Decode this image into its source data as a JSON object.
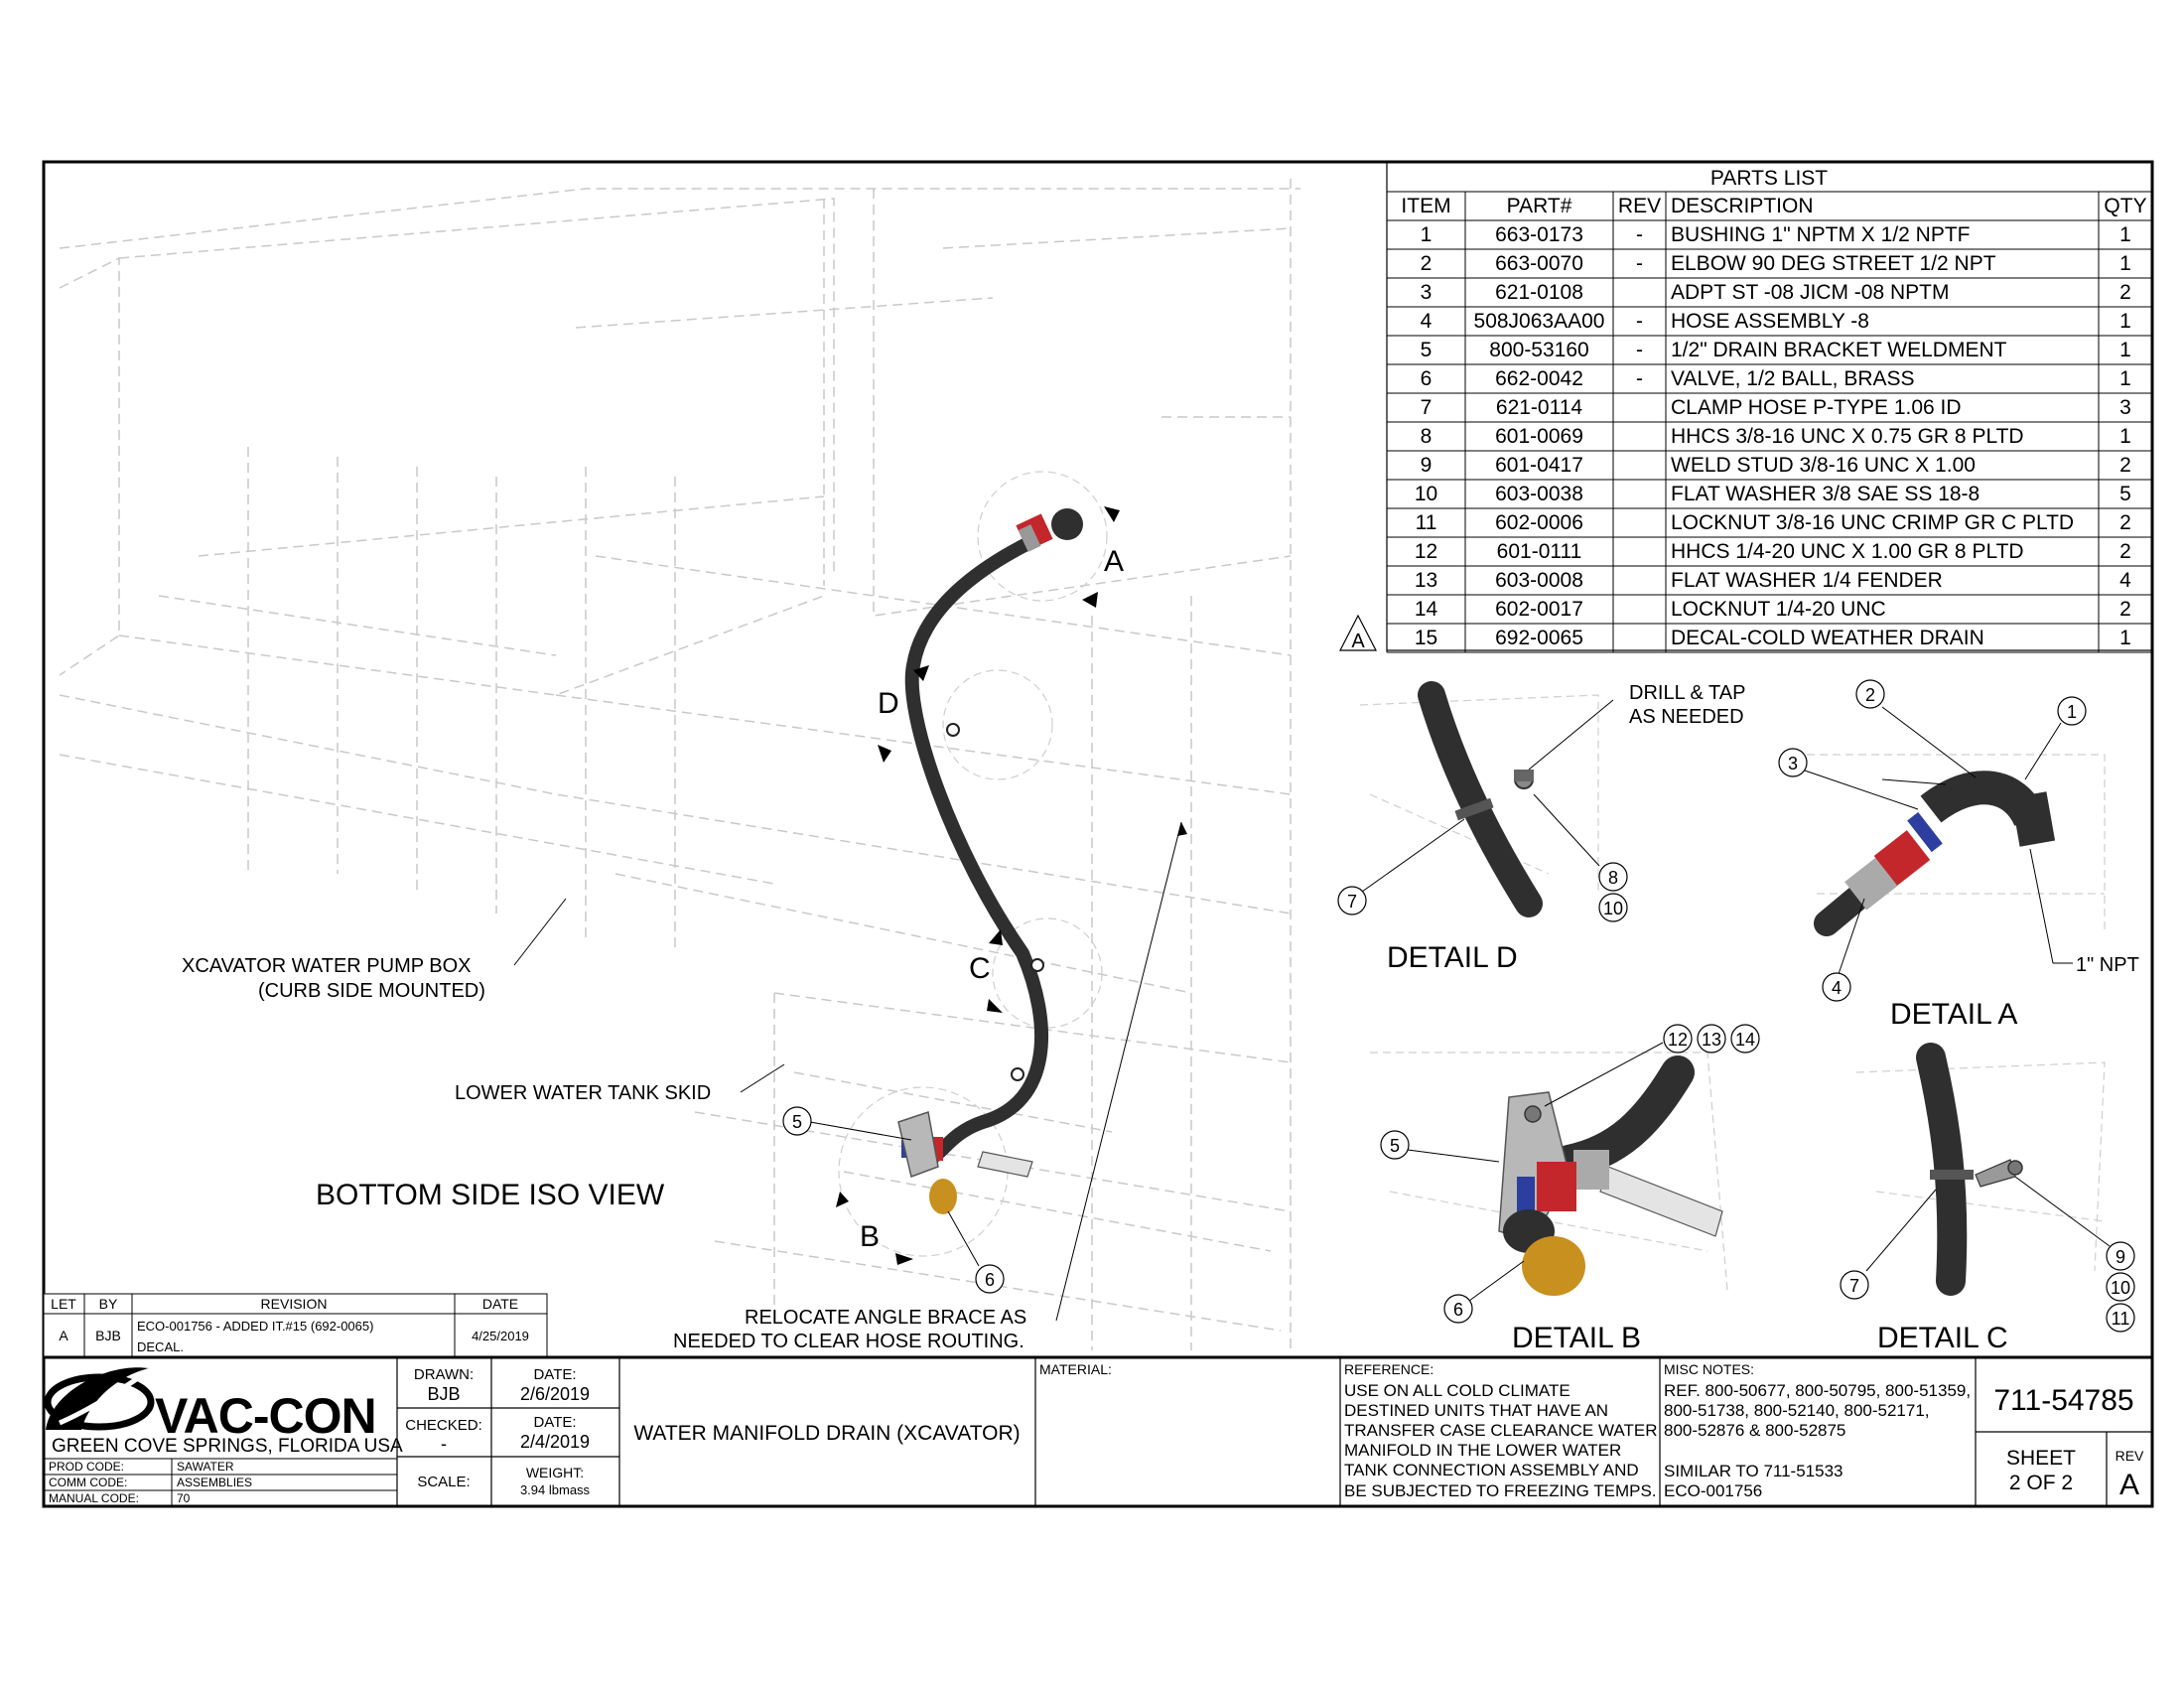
{
  "main_view": {
    "title": "BOTTOM SIDE ISO VIEW",
    "callouts": {
      "pump_box": [
        "XCAVATOR WATER PUMP BOX",
        "(CURB SIDE MOUNTED)"
      ],
      "tank_skid": "LOWER WATER TANK SKID",
      "brace": [
        "RELOCATE ANGLE BRACE AS",
        "NEEDED TO CLEAR HOSE ROUTING."
      ]
    },
    "detail_letters": [
      "A",
      "B",
      "C",
      "D"
    ],
    "balloons": [
      "5",
      "6"
    ]
  },
  "parts_list": {
    "title": "PARTS LIST",
    "headers": [
      "ITEM",
      "PART#",
      "REV",
      "DESCRIPTION",
      "QTY"
    ],
    "rev_flag": "A",
    "rows": [
      [
        "1",
        "663-0173",
        "-",
        "BUSHING 1\" NPTM X 1/2 NPTF",
        "1"
      ],
      [
        "2",
        "663-0070",
        "-",
        "ELBOW 90 DEG STREET 1/2 NPT",
        "1"
      ],
      [
        "3",
        "621-0108",
        "",
        "ADPT ST -08 JICM -08 NPTM",
        "2"
      ],
      [
        "4",
        "508J063AA00",
        "-",
        "HOSE ASSEMBLY -8",
        "1"
      ],
      [
        "5",
        "800-53160",
        "-",
        "1/2\" DRAIN BRACKET WELDMENT",
        "1"
      ],
      [
        "6",
        "662-0042",
        "-",
        "VALVE, 1/2 BALL, BRASS",
        "1"
      ],
      [
        "7",
        "621-0114",
        "",
        "CLAMP HOSE P-TYPE 1.06 ID",
        "3"
      ],
      [
        "8",
        "601-0069",
        "",
        "HHCS 3/8-16 UNC X 0.75 GR 8 PLTD",
        "1"
      ],
      [
        "9",
        "601-0417",
        "",
        "WELD STUD 3/8-16 UNC X 1.00",
        "2"
      ],
      [
        "10",
        "603-0038",
        "",
        "FLAT WASHER 3/8 SAE SS 18-8",
        "5"
      ],
      [
        "11",
        "602-0006",
        "",
        "LOCKNUT 3/8-16 UNC CRIMP GR C PLTD",
        "2"
      ],
      [
        "12",
        "601-0111",
        "",
        "HHCS 1/4-20 UNC X 1.00 GR 8 PLTD",
        "2"
      ],
      [
        "13",
        "603-0008",
        "",
        "FLAT WASHER 1/4 FENDER",
        "4"
      ],
      [
        "14",
        "602-0017",
        "",
        "LOCKNUT 1/4-20 UNC",
        "2"
      ],
      [
        "15",
        "692-0065",
        "",
        "DECAL-COLD WEATHER DRAIN",
        "1"
      ]
    ]
  },
  "details": {
    "d": {
      "title": "DETAIL  D",
      "note": [
        "DRILL & TAP",
        "AS NEEDED"
      ],
      "balloons": [
        "7",
        "8",
        "10"
      ]
    },
    "a": {
      "title": "DETAIL  A",
      "note": "1\" NPT",
      "balloons": [
        "1",
        "2",
        "3",
        "4"
      ]
    },
    "b": {
      "title": "DETAIL  B",
      "balloons": [
        "5",
        "6",
        "12",
        "13",
        "14"
      ]
    },
    "c": {
      "title": "DETAIL  C",
      "balloons": [
        "7",
        "9",
        "10",
        "11"
      ]
    }
  },
  "revision_block": {
    "headers": [
      "LET",
      "BY",
      "REVISION",
      "DATE"
    ],
    "row": {
      "let": "A",
      "by": "BJB",
      "revision": [
        "ECO-001756 - ADDED IT.#15 (692-0065)",
        "DECAL."
      ],
      "date": "4/25/2019"
    }
  },
  "title_block": {
    "company": "VAC-CON",
    "location": "GREEN COVE SPRINGS, FLORIDA USA",
    "codes": [
      [
        "PROD CODE:",
        "SAWATER"
      ],
      [
        "COMM CODE:",
        "ASSEMBLIES"
      ],
      [
        "MANUAL CODE:",
        "70"
      ]
    ],
    "drawn_label": "DRAWN:",
    "drawn_by": "BJB",
    "drawn_date_label": "DATE:",
    "drawn_date": "2/6/2019",
    "checked_label": "CHECKED:",
    "checked_by": "-",
    "checked_date_label": "DATE:",
    "checked_date": "2/4/2019",
    "scale_label": "SCALE:",
    "weight_label": "WEIGHT:",
    "weight": "3.94 lbmass",
    "title": "WATER MANIFOLD DRAIN (XCAVATOR)",
    "material_label": "MATERIAL:",
    "reference_label": "REFERENCE:",
    "reference_lines": [
      "USE ON ALL COLD CLIMATE",
      "DESTINED UNITS THAT HAVE AN",
      "TRANSFER CASE CLEARANCE WATER",
      "MANIFOLD IN THE LOWER WATER",
      "TANK CONNECTION ASSEMBLY AND",
      "BE SUBJECTED TO FREEZING TEMPS."
    ],
    "misc_label": "MISC NOTES:",
    "misc_lines": [
      "REF. 800-50677, 800-50795, 800-51359,",
      "800-51738, 800-52140, 800-52171,",
      "800-52876 & 800-52875",
      "",
      "SIMILAR TO 711-51533",
      "ECO-001756"
    ],
    "drawing_number": "711-54785",
    "sheet_label": "SHEET",
    "sheet": "2  OF 2",
    "rev_label": "REV",
    "rev": "A"
  },
  "colors": {
    "hose": "#2f2f2f",
    "fitting_red": "#c3262b",
    "fitting_blue": "#2d3f9e",
    "brass": "#c8901e",
    "ghost": "#c9c9c9"
  }
}
